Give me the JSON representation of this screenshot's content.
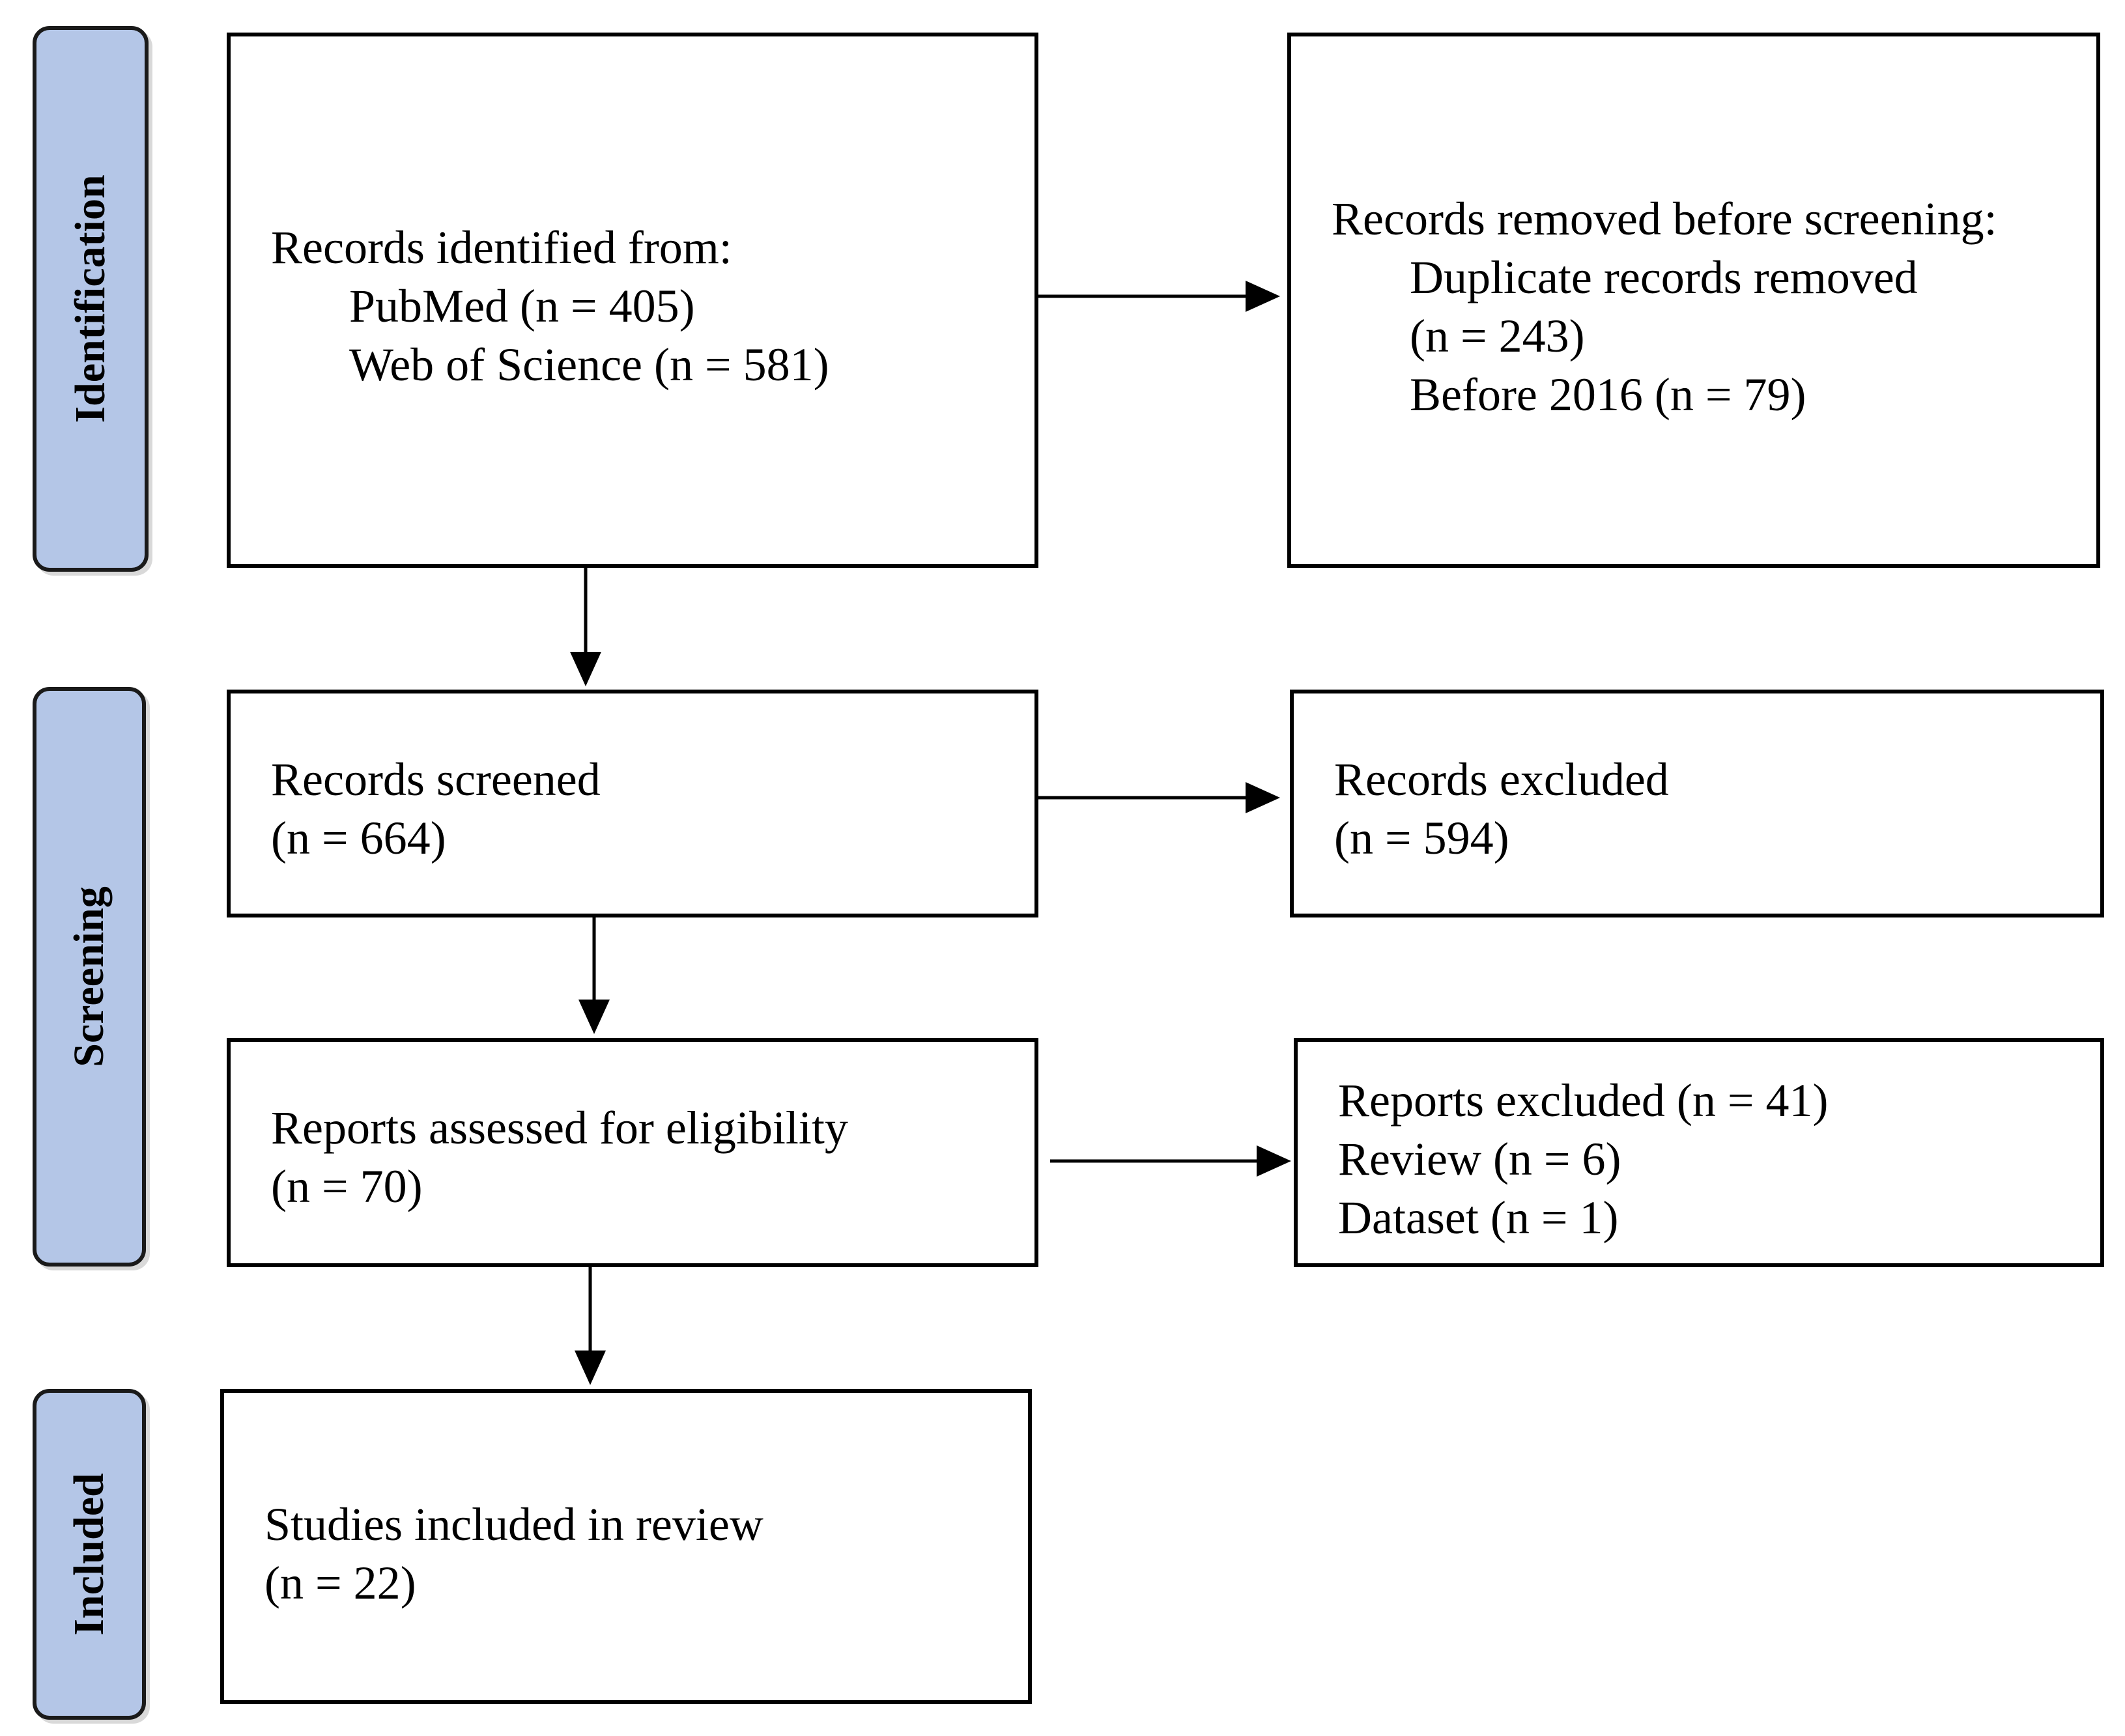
{
  "stages": {
    "identification": "Identification",
    "screening": "Screening",
    "included": "Included"
  },
  "identified": {
    "heading": "Records identified from:",
    "pubmed": "PubMed (n = 405)",
    "wos": "Web of Science (n = 581)"
  },
  "removed": {
    "heading": "Records removed before screening:",
    "duplicates": "Duplicate records removed",
    "duplicates_n": "(n = 243)",
    "before2016": "Before 2016 (n = 79)"
  },
  "screened": {
    "heading": "Records screened",
    "n": "(n = 664)"
  },
  "excluded": {
    "heading": "Records excluded",
    "n": "(n = 594)"
  },
  "assessed": {
    "heading": "Reports assessed for eligibility",
    "n": "(n = 70)"
  },
  "reports_excluded": {
    "heading": "Reports excluded (n = 41)",
    "review": "Review (n = 6)",
    "dataset": "Dataset (n = 1)"
  },
  "included": {
    "heading": "Studies included in review",
    "n": "(n = 22)"
  },
  "colors": {
    "stage_fill": "#b4c6e7",
    "stroke": "#000000"
  }
}
